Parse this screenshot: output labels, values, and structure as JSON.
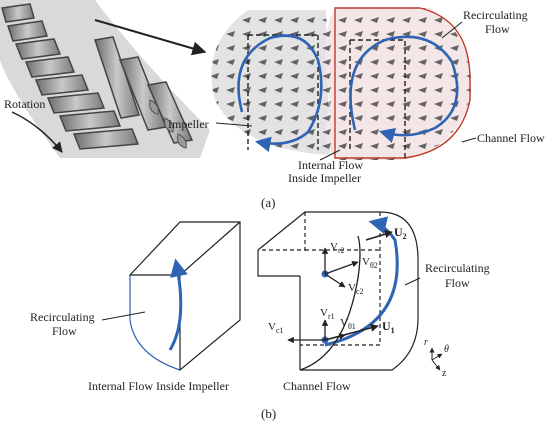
{
  "panel_a": {
    "caption": "(a)",
    "rotation_label": "Rotation",
    "impeller_label": "Impeller",
    "recirculating_label": [
      "Recirculating",
      "Flow"
    ],
    "internal_flow_label": [
      "Internal Flow",
      "Inside Impeller"
    ],
    "channel_flow_label": "Channel Flow"
  },
  "panel_b": {
    "caption": "(b)",
    "recirculating_left_label": [
      "Recirculating",
      "Flow"
    ],
    "internal_flow_caption": "Internal Flow Inside Impeller",
    "channel_flow_caption": "Channel Flow",
    "recirculating_right_label": [
      "Recirculating",
      "Flow"
    ],
    "vectors": {
      "u2": {
        "main": "U",
        "sub": "2"
      },
      "u1": {
        "main": "U",
        "sub": "1"
      },
      "vr2": {
        "main": "V",
        "sub": "r2"
      },
      "vtheta2": {
        "main": "V",
        "sub": "θ2"
      },
      "vc2": {
        "main": "V",
        "sub": "c2"
      },
      "vr1": {
        "main": "V",
        "sub": "r1"
      },
      "vc1": {
        "main": "V",
        "sub": "c1"
      },
      "vtheta1": {
        "main": "V",
        "sub": "θ1"
      }
    },
    "axes": {
      "r": "r",
      "theta": "θ",
      "z": "z"
    }
  },
  "colors": {
    "flow_blue": "#2f64b4",
    "channel_red": "#c0392b",
    "line": "#222222"
  }
}
